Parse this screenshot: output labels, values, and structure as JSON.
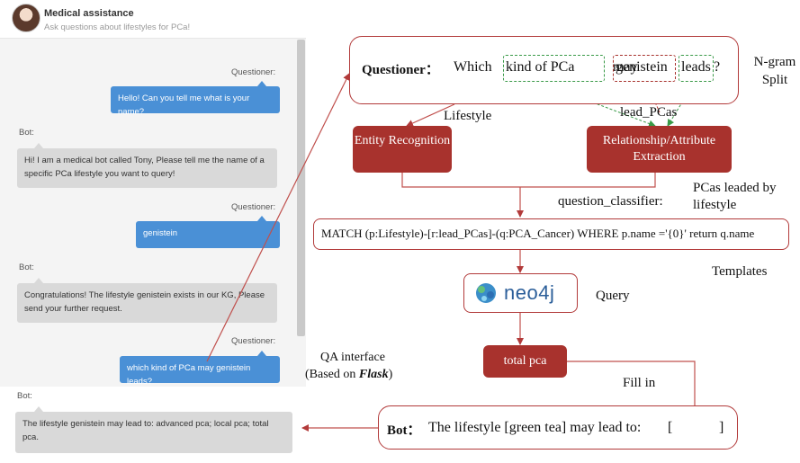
{
  "chat": {
    "title": "Medical assistance",
    "subtitle": "Ask questions about lifestyles for PCa!",
    "avatar_icon": "avatar-icon",
    "messages": [
      {
        "role": "Questioner:",
        "text": "Hello! Can you tell me what is your name?"
      },
      {
        "role": "Bot:",
        "text": "Hi! I am a medical bot called Tony, Please tell me the name of a specific PCa lifestyle you want to query!"
      },
      {
        "role": "Questioner:",
        "text": "genistein"
      },
      {
        "role": "Bot:",
        "text": "Congratulations! The lifestyle genistein exists in our KG, Please send your further request."
      },
      {
        "role": "Questioner:",
        "text": "which kind of PCa may genistein leads?"
      },
      {
        "role": "Bot:",
        "text": "The lifestyle genistein may lead to: advanced pca; local pca; total pca."
      }
    ],
    "colors": {
      "questioner_bubble": "#4a90d6",
      "bot_bubble": "#d9d9d9"
    }
  },
  "diagram": {
    "qa_label_line1": "QA interface",
    "qa_label_prefix": "(Based on ",
    "qa_label_flask": "Flask",
    "qa_label_suffix": ")",
    "question_prefix": "Questioner：",
    "question_words": [
      "Which",
      "kind of PCa",
      "may",
      "genistein",
      "leads",
      "?"
    ],
    "ngram_label": "N-gram Split",
    "lifestyle_label": "Lifestyle",
    "lead_pcas_label": "lead_PCas",
    "entity_box": "Entity Recognition",
    "relation_box": "Relationship/Attribute Extraction",
    "classifier_label": "question_classifier:",
    "pcas_label": "PCas leaded by lifestyle",
    "cypher": "MATCH (p:Lifestyle)-[r:lead_PCas]-(q:PCA_Cancer) WHERE p.name ='{0}' return q.name",
    "templates_label": "Templates",
    "neo4j_logo_text": "neo4j",
    "query_label": "Query",
    "total_pca_box": "total pca",
    "fill_in_label": "Fill in",
    "bot_prefix": "Bot：",
    "bot_answer": "The lifestyle [green tea] may lead to:",
    "bracket_open": "[",
    "bracket_close": "]",
    "colors": {
      "accent_red": "#a8322d",
      "dash_green": "#3a9a48",
      "dash_red": "#a8322d"
    }
  }
}
